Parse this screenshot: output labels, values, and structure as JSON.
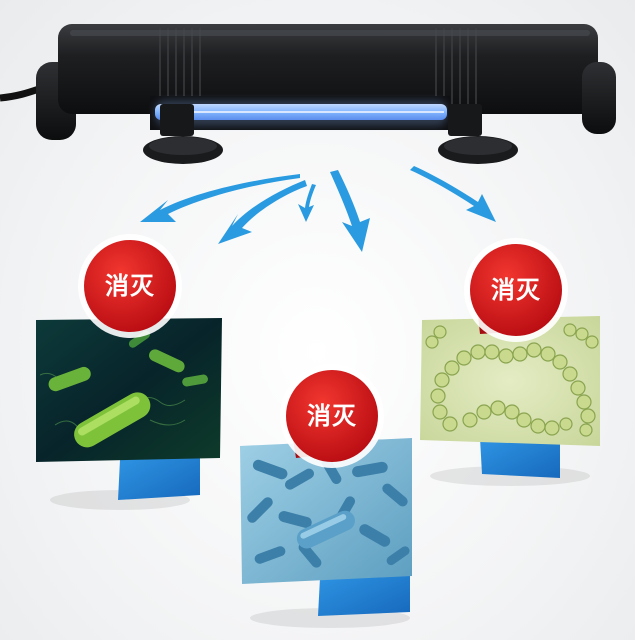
{
  "badges": [
    {
      "label": "消灭"
    },
    {
      "label": "消灭"
    },
    {
      "label": "消灭"
    }
  ],
  "colors": {
    "badge_red": "#d8151b",
    "arrow_blue": "#2a9be0",
    "lamp_body": "#1c1d1f",
    "uv_glow": "#7fb4ff",
    "base_blue": "#1e7fd4"
  },
  "panels": [
    {
      "subject": "rod-bacteria-green"
    },
    {
      "subject": "rod-bacteria-blue"
    },
    {
      "subject": "algae-chains-green"
    }
  ]
}
